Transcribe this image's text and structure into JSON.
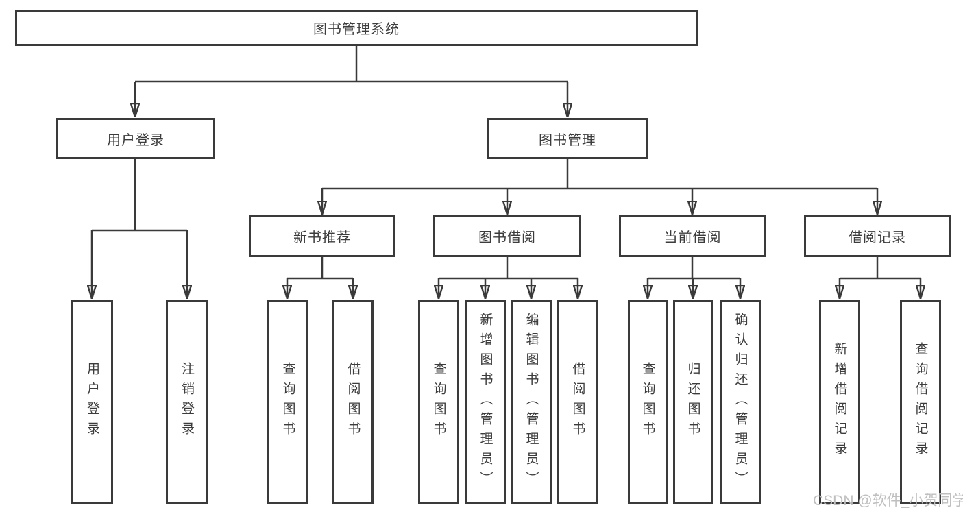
{
  "diagram": {
    "type": "hierarchy-flowchart",
    "root": {
      "label": "图书管理系统"
    },
    "level2": [
      {
        "label": "用户登录",
        "parent": "图书管理系统"
      },
      {
        "label": "图书管理",
        "parent": "图书管理系统"
      }
    ],
    "level3": [
      {
        "label": "新书推荐",
        "parent": "图书管理"
      },
      {
        "label": "图书借阅",
        "parent": "图书管理"
      },
      {
        "label": "当前借阅",
        "parent": "图书管理"
      },
      {
        "label": "借阅记录",
        "parent": "图书管理"
      }
    ],
    "leaves": [
      {
        "label": "用户登录",
        "parent": "用户登录"
      },
      {
        "label": "注销登录",
        "parent": "用户登录"
      },
      {
        "label": "查询图书",
        "parent": "新书推荐"
      },
      {
        "label": "借阅图书",
        "parent": "新书推荐"
      },
      {
        "label": "查询图书",
        "parent": "图书借阅"
      },
      {
        "label": "新增图书（管理员）",
        "parent": "图书借阅"
      },
      {
        "label": "编辑图书（管理员）",
        "parent": "图书借阅"
      },
      {
        "label": "借阅图书",
        "parent": "图书借阅"
      },
      {
        "label": "查询图书",
        "parent": "当前借阅"
      },
      {
        "label": "归还图书",
        "parent": "当前借阅"
      },
      {
        "label": "确认归还（管理员）",
        "parent": "当前借阅"
      },
      {
        "label": "新增借阅记录",
        "parent": "借阅记录"
      },
      {
        "label": "查询借阅记录",
        "parent": "借阅记录"
      }
    ],
    "colors": {
      "line": "#3a3a3a",
      "box_border": "#3a3a3a",
      "text": "#3c3c3c",
      "background": "#ffffff",
      "watermark": "#bfbfbf"
    }
  },
  "watermark": {
    "text": "CSDN @软件_小贺同学"
  }
}
